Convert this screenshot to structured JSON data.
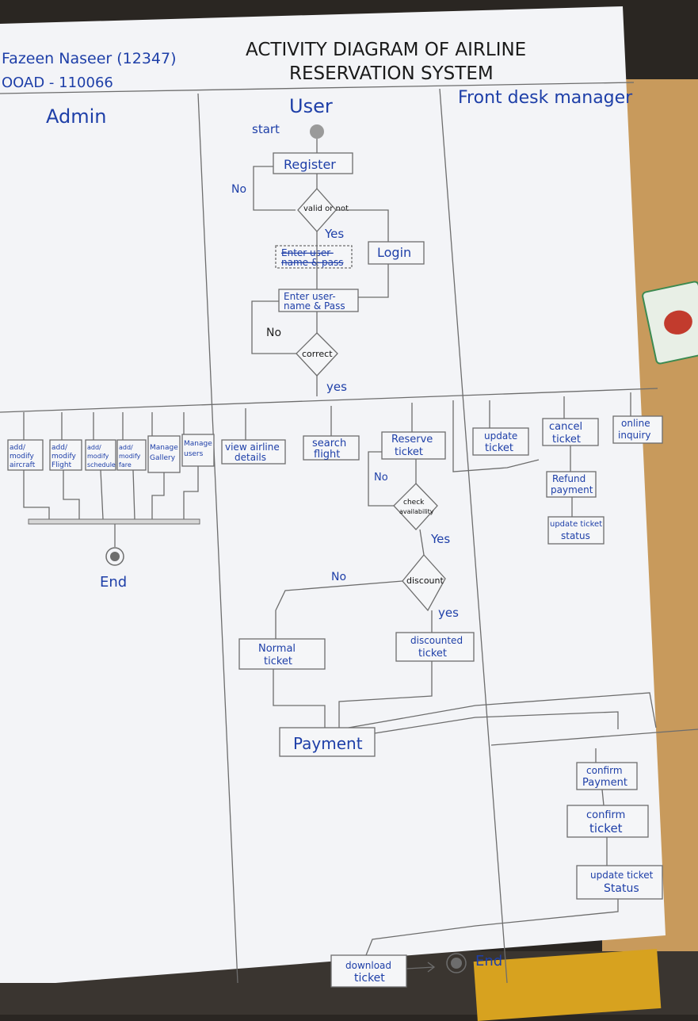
{
  "header": {
    "author": "Fazeen Naseer (12347)",
    "course": "OOAD - 110066",
    "title_line1": "ACTIVITY DIAGRAM OF AIRLINE",
    "title_line2": "RESERVATION SYSTEM"
  },
  "lanes": {
    "admin": "Admin",
    "user": "User",
    "front_desk": "Front desk manager"
  },
  "user_flow": {
    "start": "start",
    "register": "Register",
    "no1": "No",
    "valid": "valid or not",
    "yes1": "Yes",
    "login": "Login",
    "strike_enter_l1": "Enter user-",
    "strike_enter_l2": "name & pass",
    "enter_l1": "Enter user-",
    "enter_l2": "name & Pass",
    "no2": "No",
    "correct": "correct",
    "yes2": "yes"
  },
  "admin_actions": [
    {
      "l1": "add/",
      "l2": "modify",
      "l3": "aircraft"
    },
    {
      "l1": "add/",
      "l2": "modify",
      "l3": "Flight"
    },
    {
      "l1": "add/",
      "l2": "modify",
      "l3": "schedule"
    },
    {
      "l1": "add/",
      "l2": "modify",
      "l3": "fare"
    },
    {
      "l1": "Manage",
      "l2": "Gallery",
      "l3": ""
    },
    {
      "l1": "Manage",
      "l2": "users",
      "l3": ""
    }
  ],
  "admin_end": "End",
  "user_actions": {
    "view_l1": "view airline",
    "view_l2": "details",
    "search_l1": "search",
    "search_l2": "flight",
    "reserve_l1": "Reserve",
    "reserve_l2": "ticket",
    "no3": "No",
    "check_l1": "check",
    "check_l2": "availability",
    "yes3": "Yes",
    "no4": "No",
    "discount": "discount",
    "yes4": "yes",
    "normal_l1": "Normal",
    "normal_l2": "ticket",
    "disc_l1": "discounted",
    "disc_l2": "ticket",
    "payment": "Payment",
    "download_l1": "download",
    "download_l2": "ticket",
    "end": "End"
  },
  "desk_actions": {
    "update_l1": "update",
    "update_l2": "ticket",
    "cancel_l1": "cancel",
    "cancel_l2": "ticket",
    "online_l1": "online",
    "online_l2": "inquiry",
    "refund_l1": "Refund",
    "refund_l2": "payment",
    "ustatus_l1": "update ticket",
    "ustatus_l2": "status",
    "confirm_pay_l1": "confirm",
    "confirm_pay_l2": "Payment",
    "confirm_ticket_l1": "confirm",
    "confirm_ticket_l2": "ticket",
    "update_status_l1": "update ticket",
    "update_status_l2": "Status"
  },
  "colors": {
    "ink": "#1e3fa8",
    "pencil": "#6d6d6d",
    "paper": "#f3f4f7"
  }
}
